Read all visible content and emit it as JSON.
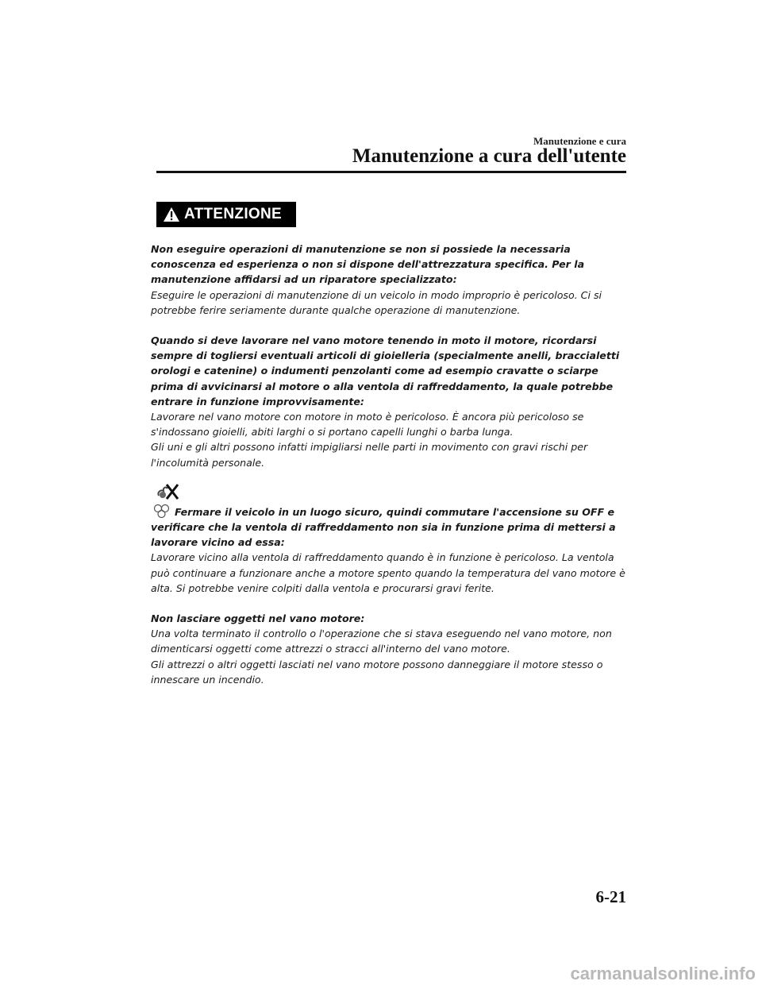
{
  "header": {
    "section": "Manutenzione e cura",
    "title": "Manutenzione a cura dell'utente"
  },
  "warning": {
    "label": "ATTENZIONE",
    "icon": "warning-triangle-icon"
  },
  "block1": {
    "bold": "Non eseguire operazioni di manutenzione se non si possiede la necessaria conoscenza ed esperienza o non si dispone dell'attrezzatura specifica. Per la manutenzione affidarsi ad un riparatore specializzato:",
    "text": "Eseguire le operazioni di manutenzione di un veicolo in modo improprio è pericoloso. Ci si potrebbe ferire seriamente durante qualche operazione di manutenzione."
  },
  "block2": {
    "bold": "Quando si deve lavorare nel vano motore tenendo in moto il motore, ricordarsi sempre di togliersi eventuali articoli di gioielleria (specialmente anelli, braccialetti orologi e catenine) o indumenti penzolanti come ad esempio cravatte o sciarpe prima di avvicinarsi al motore o alla ventola di raffreddamento, la quale potrebbe entrare in funzione improvvisamente:",
    "text1": "Lavorare nel vano motore con motore in moto è pericoloso. È ancora più pericoloso se s'indossano gioielli, abiti larghi o si portano capelli lunghi o barba lunga.",
    "text2": "Gli uni e gli altri possono infatti impigliarsi nelle parti in movimento con gravi rischi per l'incolumità personale."
  },
  "block3": {
    "icon": "fan-warning-icon",
    "bold": "Fermare il veicolo in un luogo sicuro, quindi commutare l'accensione su OFF e verificare che la ventola di raffreddamento non sia in funzione prima di mettersi a lavorare vicino ad essa:",
    "text": "Lavorare vicino alla ventola di raffreddamento quando è in funzione è pericoloso. La ventola può continuare a funzionare anche a motore spento quando la temperatura del vano motore è alta. Si potrebbe venire colpiti dalla ventola e procurarsi gravi ferite."
  },
  "block4": {
    "bold": "Non lasciare oggetti nel vano motore:",
    "text1": "Una volta terminato il controllo o l'operazione che si stava eseguendo nel vano motore, non dimenticarsi oggetti come attrezzi o stracci all'interno del vano motore.",
    "text2": "Gli attrezzi o altri oggetti lasciati nel vano motore possono danneggiare il motore stesso o innescare un incendio."
  },
  "footer": {
    "page_number": "6-21",
    "watermark": "carmanualsonline.info"
  }
}
